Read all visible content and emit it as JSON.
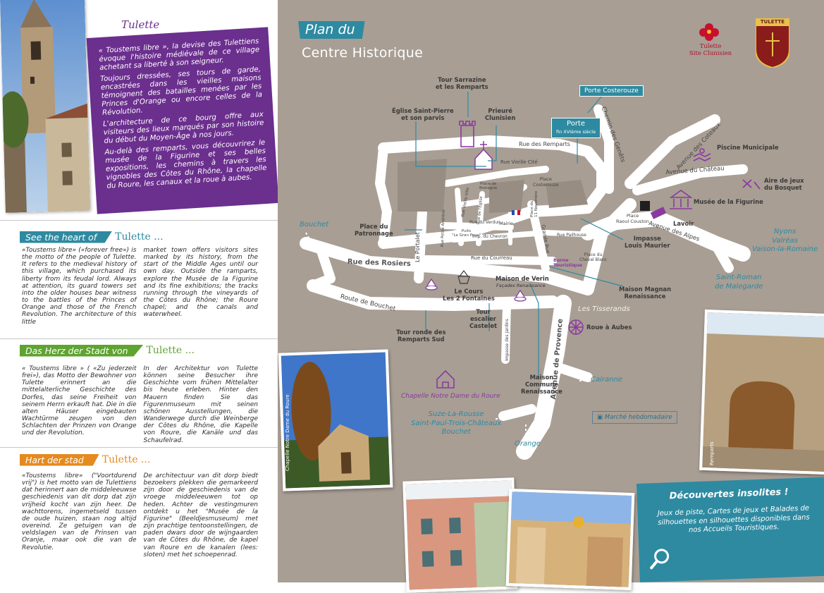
{
  "intro": {
    "title": "Tulette",
    "paragraphs": [
      "« Toustems libre », la devise des Tulettiens évoque l'histoire médiévale de ce village achetant sa liberté à son seigneur.",
      "Toujours dressées, ses tours de garde, encastrées dans les vieilles maisons témoignent des batailles menées par les Princes d'Orange ou encore celles de la Révolution.",
      "L'architecture de ce bourg offre aux visiteurs des lieux marqués par son histoire du début du Moyen-Âge à nos jours.",
      "Au-delà des remparts, vous découvrirez le musée de la Figurine et ses belles expositions, les chemins à travers les vignobles des Côtes du Rhône, la chapelle du Roure, les canaux et la roue à aubes."
    ]
  },
  "sections": [
    {
      "heading": "See the heart of",
      "town": "Tulette ...",
      "color": "#2e8aa1",
      "col1": "«Toustems libre» («forever free») is the motto of the people of Tulette. It refers to the medieval history of this village, which purchased its liberty from its feudal lord. Always at attention, its guard towers set into the older houses bear witness to the battles of the Princes of Orange and those of the French Revolution. The architecture of this little",
      "col2": "market town offers visitors sites marked by its history, from the start of the Middle Ages until our own day. Outside the ramparts, explore the Musée de la Figurine and its fine exhibitions; the tracks running through the vineyards of the Côtes du Rhône; the Roure chapel; and the canals and waterwheel."
    },
    {
      "heading": "Das Herz der Stadt von",
      "town": "Tulette ...",
      "color": "#5fa331",
      "col1": "« Toustems libre » ( «Zu jederzeit frei»), das Motto der Bewohner von Tulette erinnert an die mittelalterliche Geschichte des Dorfes, das seine Freiheit von seinem Herrn erkauft hat. Die in die alten Häuser eingebauten Wachtürme zeugen von den Schlachten der Prinzen von Orange und der Revolution.",
      "col2": "In der Architektur von Tulette können seine Besucher ihre Geschichte vom frühen Mittelalter bis heute erleben. Hinter den Mauern finden Sie das Figurenmuseum mit seinen schönen Ausstellungen, die Wanderwege durch die Weinberge der Côtes du Rhône, die Kapelle von Roure, die Kanäle und das Schaufelrad."
    },
    {
      "heading": "Hart der stad",
      "town": "Tulette ...",
      "color": "#e58a1f",
      "col1": "«Toustems libre» (\"Voortdurend vrij\") is het motto van de Tulettiens dat herinnert aan de middeleeuwse geschiedenis van dit dorp dat zijn vrijheid kocht van zijn heer. De wachttorens, ingemetseld tussen de oude huizen, staan nog altijd overeind. Ze getuigen van de veldslagen van de Prinsen van Oranje, maar ook die van de Revolutie.",
      "col2": "De architectuur van dit dorp biedt bezoekers plekken die gemarkeerd zijn door de geschiedenis van de vroege middeleeuwen tot op heden. Achter de vestingmuren ontdekt u het \"Musée de la Figurine\" (Beeldjesmuseum) met zijn prachtige tentoonstellingen, de paden dwars door de wijngaarden van de Côtes du Rhône, de kapel van Roure en de kanalen (lees: sloten) met het schoepenrad."
    }
  ],
  "map": {
    "title": "Plan du",
    "subtitle": "Centre Historique",
    "logo1": "Tulette\nSite Clunisien",
    "logo2": "TULETTE",
    "places": {
      "tour_sarrazine": "Tour Sarrazine\net les Remparts",
      "eglise": "Église Saint-Pierre\net son parvis",
      "prieure": "Prieuré\nClunisien",
      "porte_costerouze": "Porte Costerouze",
      "porte": "Porte",
      "porte_sub": "fin XVIème siècle",
      "piscine": "Piscine Municipale",
      "aire_jeux": "Aire de jeux\ndu Bosquet",
      "musee": "Musée de la Figurine",
      "lavoir": "Lavoir",
      "place_patronnage": "Place du\nPatronnage",
      "impasse_maurier": "Impasse\nLouis Maurier",
      "maison_verin": "Maison de Verin",
      "maison_verin_sub": "Façades Renaissance",
      "maison_magnan": "Maison Magnan\nRenaissance",
      "le_cours": "Le Cours\nLes 2 Fontaines",
      "tour_escalier": "Tour\nescalier\nCastelet",
      "tour_ronde": "Tour ronde des\nRemparts Sud",
      "roue": "Roue à Aubes",
      "maison_commune": "Maison\nCommune\nRenaissance",
      "chapelle": "Chapelle Notre Dame du Roure",
      "borne": "Borne\nTouristique",
      "mairie": "Mairie",
      "place_costerouze": "Place\nCosterouze",
      "place_raoul": "Place\nRaoul Couston",
      "place_cheval": "Place du\nCheval Blanc",
      "place_nov": "Place du\n11 Novembre",
      "place_bretagne": "Place de\nBretagne",
      "puits": "Puits\n\"Le Gran Pous\"",
      "marche": "Marché hebdomadaire"
    },
    "roads": {
      "remparts": "Rue des Remparts",
      "vieille_cite": "Rue Vieille Cité",
      "rosiers": "Rue des Rosiers",
      "route_bouchet": "Route de Bouchet",
      "portalet": "Le Portalet",
      "verdun": "Rue du Verdun",
      "chevron": "Imp. du Chevron",
      "courreau": "Rue du Courreau",
      "pailhouse": "Rue Pailhouse",
      "grande_rue": "Grande Rue",
      "provence": "Avenue de Provence",
      "alpes": "Avenue des Alpes",
      "chateau": "Avenue du Château",
      "coteaux": "Avenue des Coteaux",
      "genets": "Chemin des Genêts",
      "jardins": "Impasse des Jardins",
      "tisserands": "Les Tisserands",
      "petite_andrene": "Rue Petite Andrène",
      "rue_eglise": "Rue de l'Église",
      "vielle_ville": "Rue Vieille Ville"
    },
    "destinations": {
      "bouchet_w": "Bouchet",
      "nyons": "Nyons\nValréas\nVaison-la-Romaine",
      "saint_roman": "Saint-Roman\nde Malegarde",
      "cairanne": "Cairanne",
      "suze": "Suze-La-Rousse\nSaint-Paul-Trois-Châteaux\nBouchet",
      "orange": "Orange"
    },
    "photo_captions": {
      "chapelle": "Chapelle Notre Dame du Roure",
      "remparts": "Remparts"
    }
  },
  "insolites": {
    "title": "Découvertes insolites !",
    "text": "Jeux de piste, Cartes de jeux et Balades de silhouettes en silhouettes disponibles dans nos Accueils Touristiques."
  },
  "colors": {
    "purple": "#6b2f8e",
    "teal": "#2e8aa1",
    "green": "#5fa331",
    "orange": "#e58a1f",
    "map": "#a89e94"
  }
}
